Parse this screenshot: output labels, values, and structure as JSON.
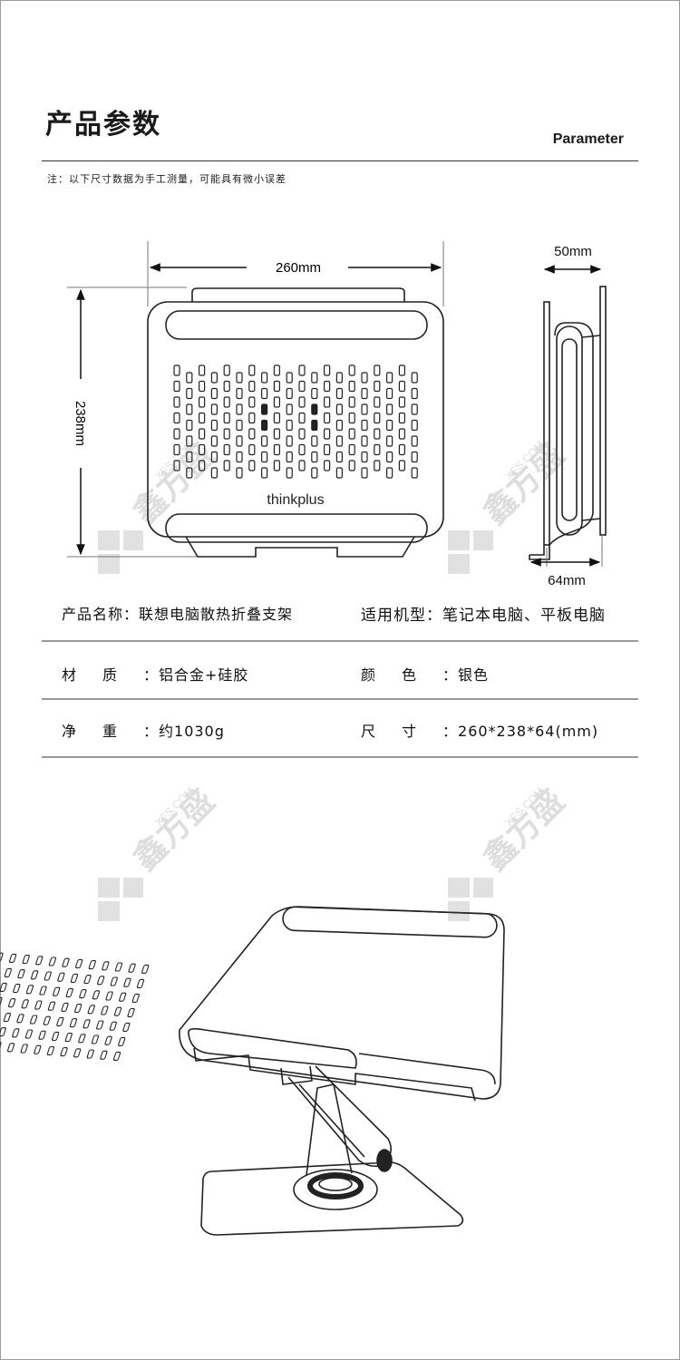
{
  "header": {
    "title": "产品参数",
    "subtitle": "Parameter",
    "note": "注：以下尺寸数据为手工测量，可能具有微小误差"
  },
  "dimensions": {
    "width": "260mm",
    "height": "238mm",
    "depth_top": "50mm",
    "depth_bottom": "64mm"
  },
  "logo_text": "thinkplus",
  "watermark": {
    "domain": "XFS.COM",
    "name": "鑫方盛"
  },
  "specs": {
    "name_label": "产品名称：",
    "name_value": "联想电脑散热折叠支架",
    "models_label": "适用机型：",
    "models_value": "笔记本电脑、平板电脑",
    "material_key": "材质",
    "material_value": "：铝合金+硅胶",
    "color_key": "颜色",
    "color_value": "：银色",
    "weight_key": "净重",
    "weight_value": "：约1030g",
    "size_key": "尺寸",
    "size_value": "：260*238*64(mm)"
  }
}
